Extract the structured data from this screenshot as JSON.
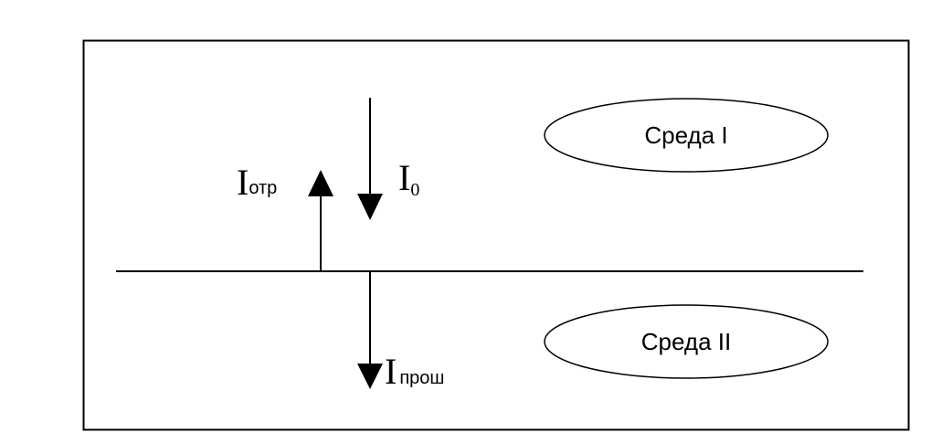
{
  "media": {
    "upper": {
      "label": "Среда I"
    },
    "lower": {
      "label": "Среда II"
    }
  },
  "beams": {
    "incident": {
      "symbol": "I",
      "subscript": "0"
    },
    "reflected": {
      "symbol": "I",
      "subscript": "отр"
    },
    "transmitted": {
      "symbol": "I",
      "subscript": "прош"
    }
  },
  "colors": {
    "stroke": "#000000",
    "background": "#ffffff"
  }
}
